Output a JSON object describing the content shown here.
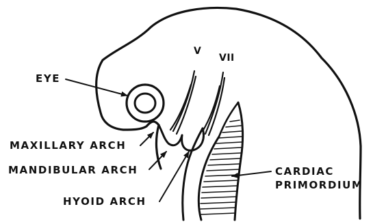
{
  "labels": {
    "eye": "EYE",
    "nerve_v": "V",
    "nerve_vii": "VII",
    "maxillary_arch": "MAXILLARY ARCH",
    "mandibular_arch": "MANDIBULAR ARCH",
    "hyoid_arch": "HYOID ARCH",
    "cardiac_line1": "CARDIAC",
    "cardiac_line2": "PRIMORDIUM"
  },
  "colors": {
    "ink": "#111111",
    "background": "#ffffff"
  }
}
